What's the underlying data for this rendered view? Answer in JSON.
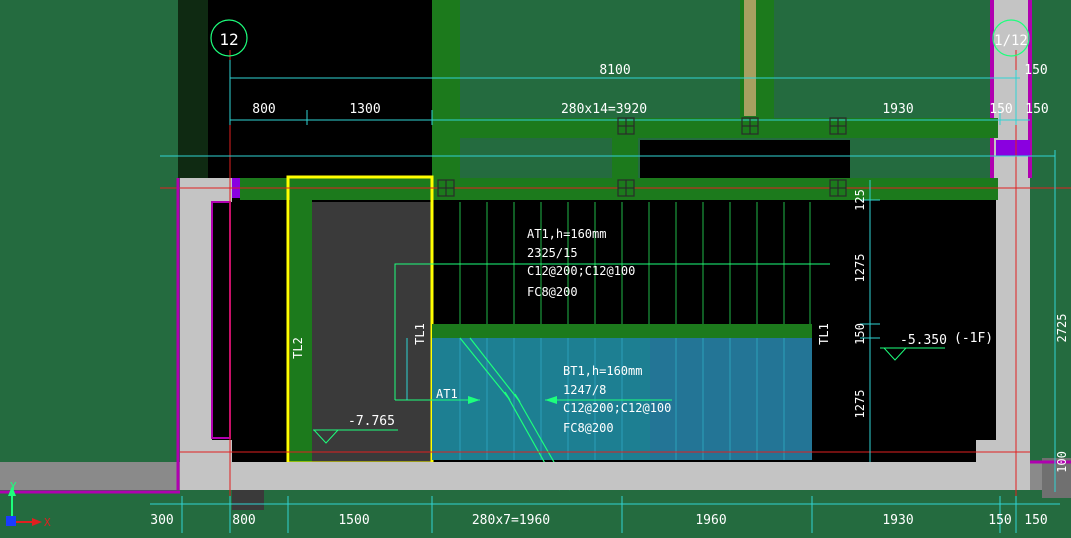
{
  "colors": {
    "background": "#246b3f",
    "dark_area": "#000000",
    "wall_fill": "#c4c4c4",
    "beam_green": "#1c7a1c",
    "dimension_line": "#2fd3d3",
    "text": "#ffffff",
    "highlight_yellow": "#ffff00",
    "stair_cyan": "#1d7f92",
    "magenta": "#b000b0",
    "red_axis": "#e02020"
  },
  "grid_axes": {
    "left": "12",
    "right": "1/12"
  },
  "top_dimensions": {
    "overall": "8100",
    "overall_right": "150",
    "segments": [
      "800",
      "1300",
      "280x14=3920",
      "1930",
      "150",
      "150"
    ]
  },
  "bottom_dimensions": {
    "segments": [
      "300",
      "800",
      "1500",
      "280x7=1960",
      "1960",
      "1930",
      "150",
      "150"
    ]
  },
  "right_dimensions": {
    "segments": [
      "125",
      "1275",
      "150",
      "1275",
      "100"
    ],
    "overall": "2725"
  },
  "stair_at1": {
    "title": "AT1,h=160mm",
    "steps": "2325/15",
    "rebar": "C12@200;C12@100",
    "distribution": "FC8@200",
    "arrow_label": "AT1"
  },
  "stair_bt1": {
    "title": "BT1,h=160mm",
    "steps": "1247/8",
    "rebar": "C12@200;C12@100",
    "distribution": "FC8@200"
  },
  "beams": {
    "tl1_left": "TL1",
    "tl1_right": "TL1",
    "tl2": "TL2"
  },
  "elevations": {
    "landing": "-5.350",
    "floor_tag": "(-1F)",
    "lower": "-7.765"
  },
  "ucs": {
    "x_label": "X",
    "y_label": "Y"
  }
}
